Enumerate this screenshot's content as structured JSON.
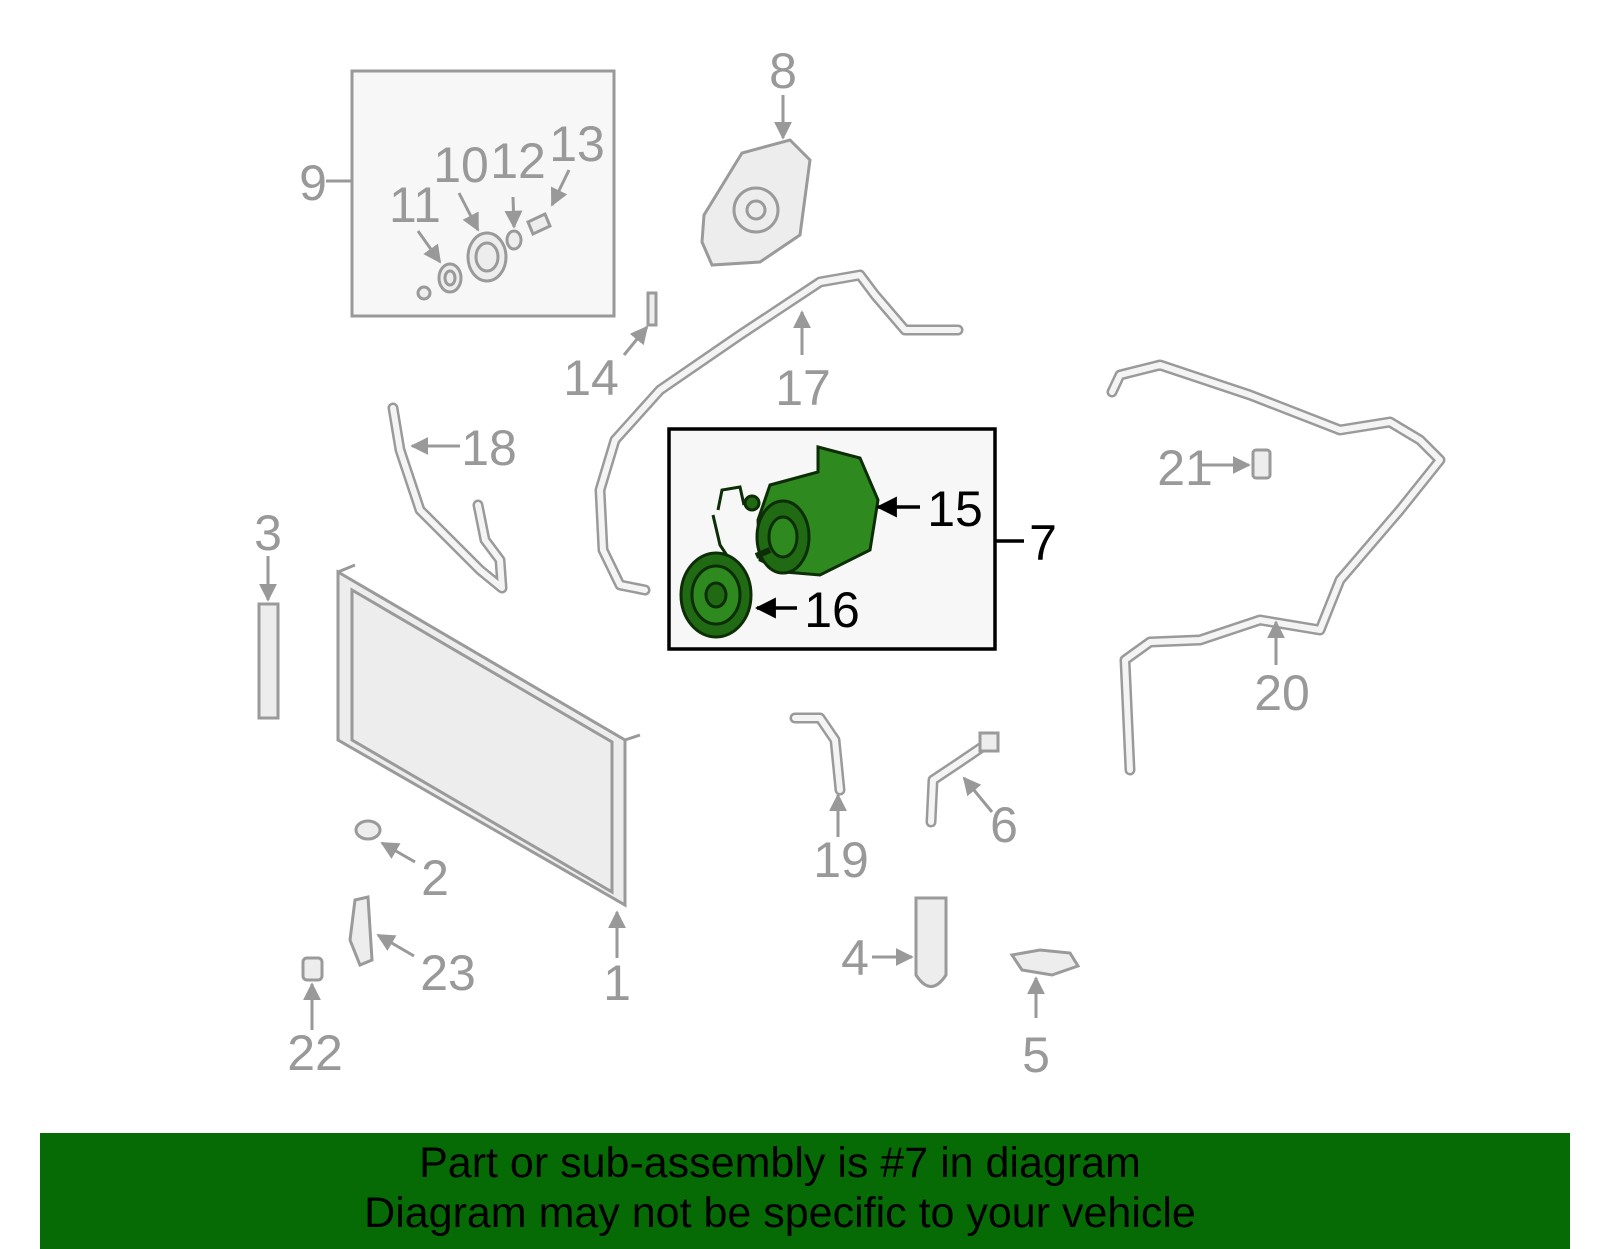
{
  "diagram": {
    "callouts": {
      "c1": "1",
      "c2": "2",
      "c3": "3",
      "c4": "4",
      "c5": "5",
      "c6": "6",
      "c7": "7",
      "c8": "8",
      "c9": "9",
      "c10": "10",
      "c11": "11",
      "c12": "12",
      "c13": "13",
      "c14": "14",
      "c15": "15",
      "c16": "16",
      "c17": "17",
      "c18": "18",
      "c19": "19",
      "c20": "20",
      "c21": "21",
      "c22": "22",
      "c23": "23"
    },
    "highlighted_part": "7",
    "colors": {
      "callout_gray": "#999999",
      "highlight_green": "#2e8a1e",
      "banner_green": "#076b05",
      "box_fill": "#f7f7f7"
    }
  },
  "banner": {
    "line1": "Part or sub-assembly is #7 in diagram",
    "line2": "Diagram may not be specific to your vehicle"
  }
}
